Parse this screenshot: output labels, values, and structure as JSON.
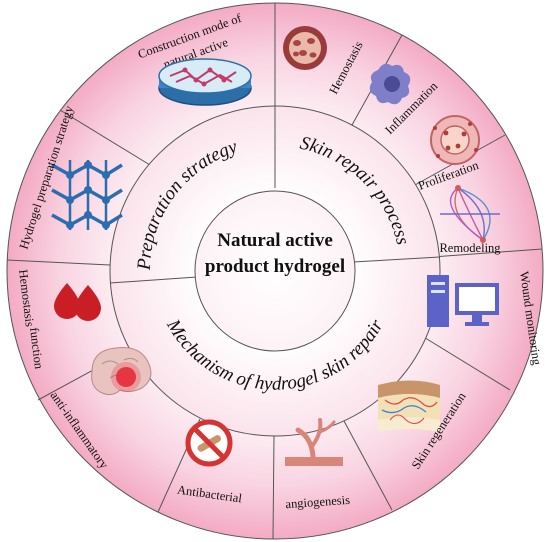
{
  "center": {
    "line1": "Natural active",
    "line2": "product hydrogel"
  },
  "ring": {
    "preparation": "Preparation strategy",
    "skin_repair": "Skin repair process",
    "mechanism": "Mechanism of hydrogel skin repair"
  },
  "segments": {
    "construction": {
      "line1": "Construction mode of",
      "line2": "natural active",
      "icon": "petri-dish-icon"
    },
    "hemostasis": {
      "label": "Hemostasis",
      "icon": "blood-cell-icon"
    },
    "inflammation": {
      "label": "Inflammation",
      "icon": "immune-cell-icon"
    },
    "proliferation": {
      "label": "Proliferation",
      "icon": "dividing-cell-icon"
    },
    "remodeling": {
      "label": "Remodeling",
      "icon": "spindle-icon"
    },
    "wound_monitoring": {
      "label": "Wound monitoring",
      "icon": "computer-icon"
    },
    "skin_regeneration": {
      "label": "Skin regeneration",
      "icon": "skin-layers-icon"
    },
    "angiogenesis": {
      "label": "angiogenesis",
      "icon": "blood-vessel-icon"
    },
    "antibacterial": {
      "label": "Antibacterial",
      "icon": "no-bacteria-icon"
    },
    "anti_inflammatory": {
      "label": "anti-inflammatory",
      "icon": "brain-icon"
    },
    "hemostasis_function": {
      "line1": "Hemostasis",
      "line2": "function",
      "icon": "blood-drops-icon"
    },
    "hydrogel_prep": {
      "label": "Hydrogel preparation strategy",
      "icon": "hydrogel-network-icon"
    }
  },
  "colors": {
    "outer_edge": "#f3a9c3",
    "outer_fill": "#fbe0ea",
    "inner_fill": "#fdf3f7",
    "center_fill": "#ffffff",
    "lines": "#555555"
  }
}
